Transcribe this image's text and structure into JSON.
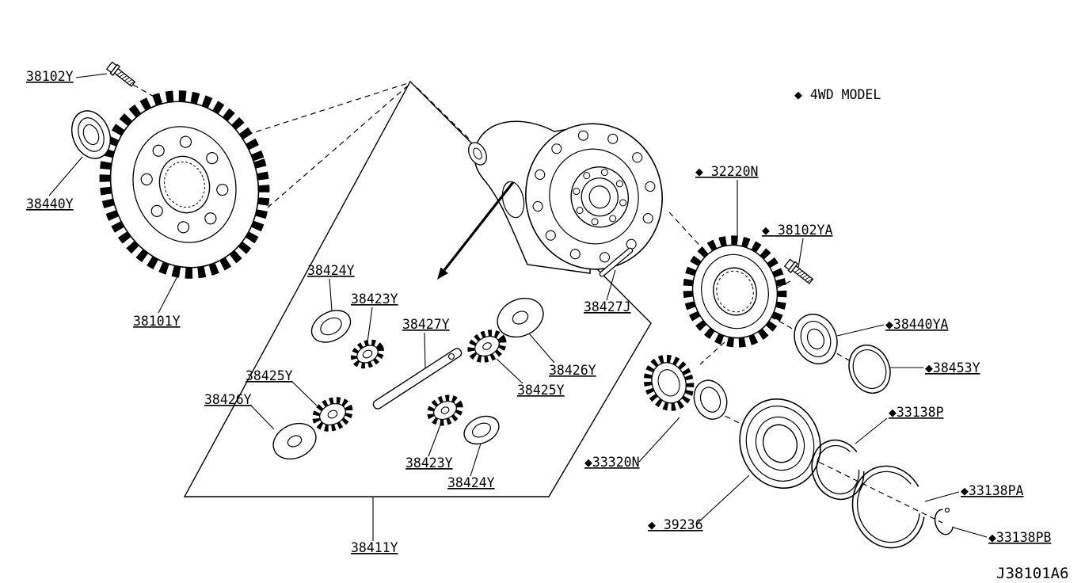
{
  "diagram": {
    "note_4wd": "◆ 4WD MODEL",
    "drawing_code": "J38101A6"
  },
  "labels": {
    "bolt_38102y": "38102Y",
    "oil_seal_38440y": "38440Y",
    "ring_gear_38101y": "38101Y",
    "washer_38424y_top": "38424Y",
    "pinion_gear_38423y_top": "38423Y",
    "pinion_shaft_38427y": "38427Y",
    "side_gear_38425y_left": "38425Y",
    "thrust_washer_38426y_left": "38426Y",
    "thrust_washer_38426y_right": "38426Y",
    "side_gear_38425y_right": "38425Y",
    "pinion_gear_38423y_bottom": "38423Y",
    "washer_38424y_bottom": "38424Y",
    "lock_pin_38427j": "38427J",
    "diff_case_assembly_38411y": "38411Y",
    "gear_32220n": "◆ 32220N",
    "bolt_38102ya": "◆ 38102YA",
    "oil_seal_38440ya": "◆38440YA",
    "shim_38453y": "◆38453Y",
    "snap_ring_33138p": "◆33138P",
    "gear_33320n": "◆33320N",
    "bearing_39236": "◆ 39236",
    "snap_ring_33138pa": "◆33138PA",
    "snap_ring_33138pb": "◆33138PB"
  }
}
